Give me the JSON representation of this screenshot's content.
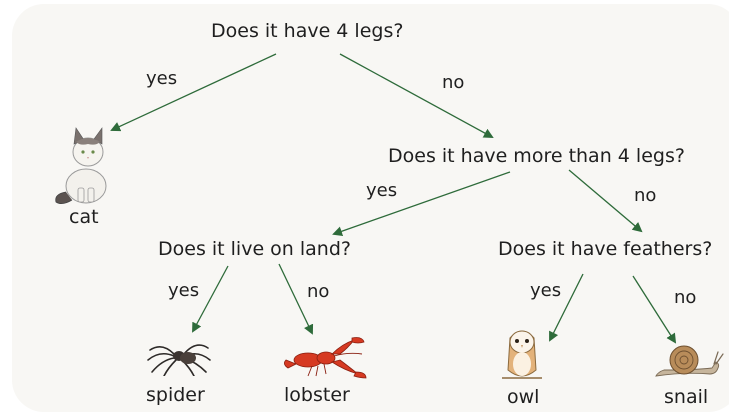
{
  "questions": {
    "q1": "Does it have 4 legs?",
    "q2": "Does it have more than 4 legs?",
    "q3": "Does it live on land?",
    "q4": "Does it have feathers?"
  },
  "answers": {
    "q1_yes": "yes",
    "q1_no": "no",
    "q2_yes": "yes",
    "q2_no": "no",
    "q3_yes": "yes",
    "q3_no": "no",
    "q4_yes": "yes",
    "q4_no": "no"
  },
  "animals": {
    "cat": "cat",
    "spider": "spider",
    "lobster": "lobster",
    "owl": "owl",
    "snail": "snail"
  },
  "colors": {
    "arrow": "#2e6b3a",
    "background": "#f8f7f4",
    "text": "#1f1f1f"
  },
  "icons": [
    "cat-icon",
    "spider-icon",
    "lobster-icon",
    "owl-icon",
    "snail-icon"
  ]
}
